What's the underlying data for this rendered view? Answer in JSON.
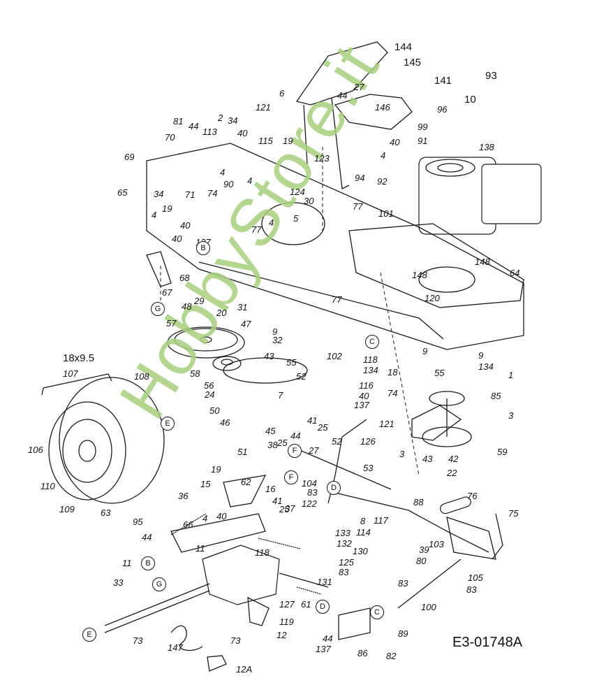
{
  "diagram": {
    "title_code": "E3-01748A",
    "watermark": "HobbyStore.it",
    "watermark_color": "#a9cf7e",
    "tire_size": "18x9.5",
    "reference_markers": [
      "B",
      "C",
      "D",
      "E",
      "F",
      "G"
    ],
    "labels": [
      {
        "id": "144",
        "text": "144"
      },
      {
        "id": "145",
        "text": "145"
      },
      {
        "id": "93",
        "text": "93"
      },
      {
        "id": "141",
        "text": "141"
      },
      {
        "id": "10",
        "text": "10"
      },
      {
        "id": "96",
        "text": "96"
      },
      {
        "id": "99",
        "text": "99"
      },
      {
        "id": "91",
        "text": "91"
      },
      {
        "id": "146",
        "text": "146"
      },
      {
        "id": "27a",
        "text": "27"
      },
      {
        "id": "44a",
        "text": "44"
      },
      {
        "id": "6",
        "text": "6"
      },
      {
        "id": "121a",
        "text": "121"
      },
      {
        "id": "40a",
        "text": "40"
      },
      {
        "id": "4a",
        "text": "4"
      },
      {
        "id": "92",
        "text": "92"
      },
      {
        "id": "94",
        "text": "94"
      },
      {
        "id": "138",
        "text": "138"
      },
      {
        "id": "123",
        "text": "123"
      },
      {
        "id": "19a",
        "text": "19"
      },
      {
        "id": "115",
        "text": "115"
      },
      {
        "id": "81",
        "text": "81"
      },
      {
        "id": "44b",
        "text": "44"
      },
      {
        "id": "113",
        "text": "113"
      },
      {
        "id": "2a",
        "text": "2"
      },
      {
        "id": "34a",
        "text": "34"
      },
      {
        "id": "40b",
        "text": "40"
      },
      {
        "id": "70",
        "text": "70"
      },
      {
        "id": "69",
        "text": "69"
      },
      {
        "id": "65",
        "text": "65"
      },
      {
        "id": "34b",
        "text": "34"
      },
      {
        "id": "71",
        "text": "71"
      },
      {
        "id": "74a",
        "text": "74"
      },
      {
        "id": "90",
        "text": "90"
      },
      {
        "id": "4b",
        "text": "4"
      },
      {
        "id": "4c",
        "text": "4"
      },
      {
        "id": "124",
        "text": "124"
      },
      {
        "id": "30",
        "text": "30"
      },
      {
        "id": "77a",
        "text": "77"
      },
      {
        "id": "101",
        "text": "101"
      },
      {
        "id": "19b",
        "text": "19"
      },
      {
        "id": "4d",
        "text": "4"
      },
      {
        "id": "40c",
        "text": "40"
      },
      {
        "id": "40d",
        "text": "40"
      },
      {
        "id": "77b",
        "text": "77"
      },
      {
        "id": "4e",
        "text": "4"
      },
      {
        "id": "5",
        "text": "5"
      },
      {
        "id": "137a",
        "text": "137"
      },
      {
        "id": "68",
        "text": "68"
      },
      {
        "id": "67",
        "text": "67"
      },
      {
        "id": "148a",
        "text": "148"
      },
      {
        "id": "148b",
        "text": "148"
      },
      {
        "id": "64",
        "text": "64"
      },
      {
        "id": "77c",
        "text": "77"
      },
      {
        "id": "120",
        "text": "120"
      },
      {
        "id": "29",
        "text": "29"
      },
      {
        "id": "48",
        "text": "48"
      },
      {
        "id": "20",
        "text": "20"
      },
      {
        "id": "31",
        "text": "31"
      },
      {
        "id": "47",
        "text": "47"
      },
      {
        "id": "57",
        "text": "57"
      },
      {
        "id": "9a",
        "text": "9"
      },
      {
        "id": "32",
        "text": "32"
      },
      {
        "id": "9b",
        "text": "9"
      },
      {
        "id": "9c",
        "text": "9"
      },
      {
        "id": "118a",
        "text": "118"
      },
      {
        "id": "134a",
        "text": "134"
      },
      {
        "id": "134b",
        "text": "134"
      },
      {
        "id": "58",
        "text": "58"
      },
      {
        "id": "56",
        "text": "56"
      },
      {
        "id": "43a",
        "text": "43"
      },
      {
        "id": "55a",
        "text": "55"
      },
      {
        "id": "102",
        "text": "102"
      },
      {
        "id": "18",
        "text": "18"
      },
      {
        "id": "55b",
        "text": "55"
      },
      {
        "id": "1",
        "text": "1"
      },
      {
        "id": "24",
        "text": "24"
      },
      {
        "id": "52a",
        "text": "52"
      },
      {
        "id": "116",
        "text": "116"
      },
      {
        "id": "7",
        "text": "7"
      },
      {
        "id": "40e",
        "text": "40"
      },
      {
        "id": "137b",
        "text": "137"
      },
      {
        "id": "74b",
        "text": "74"
      },
      {
        "id": "85",
        "text": "85"
      },
      {
        "id": "50",
        "text": "50"
      },
      {
        "id": "46",
        "text": "46"
      },
      {
        "id": "41a",
        "text": "41"
      },
      {
        "id": "25a",
        "text": "25"
      },
      {
        "id": "3a",
        "text": "3"
      },
      {
        "id": "121b",
        "text": "121"
      },
      {
        "id": "45",
        "text": "45"
      },
      {
        "id": "44c",
        "text": "44"
      },
      {
        "id": "52b",
        "text": "52"
      },
      {
        "id": "27b",
        "text": "27"
      },
      {
        "id": "25b",
        "text": "25"
      },
      {
        "id": "38",
        "text": "38"
      },
      {
        "id": "126",
        "text": "126"
      },
      {
        "id": "59",
        "text": "59"
      },
      {
        "id": "3b",
        "text": "3"
      },
      {
        "id": "43b",
        "text": "43"
      },
      {
        "id": "42",
        "text": "42"
      },
      {
        "id": "22",
        "text": "22"
      },
      {
        "id": "51",
        "text": "51"
      },
      {
        "id": "53",
        "text": "53"
      },
      {
        "id": "107",
        "text": "107"
      },
      {
        "id": "108",
        "text": "108"
      },
      {
        "id": "106",
        "text": "106"
      },
      {
        "id": "110",
        "text": "110"
      },
      {
        "id": "109",
        "text": "109"
      },
      {
        "id": "63",
        "text": "63"
      },
      {
        "id": "19c",
        "text": "19"
      },
      {
        "id": "62",
        "text": "62"
      },
      {
        "id": "15",
        "text": "15"
      },
      {
        "id": "16",
        "text": "16"
      },
      {
        "id": "104",
        "text": "104"
      },
      {
        "id": "83a",
        "text": "83"
      },
      {
        "id": "36",
        "text": "36"
      },
      {
        "id": "41b",
        "text": "41"
      },
      {
        "id": "25c",
        "text": "25"
      },
      {
        "id": "122",
        "text": "122"
      },
      {
        "id": "117",
        "text": "117"
      },
      {
        "id": "8",
        "text": "8"
      },
      {
        "id": "114",
        "text": "114"
      },
      {
        "id": "88",
        "text": "88"
      },
      {
        "id": "76",
        "text": "76"
      },
      {
        "id": "75",
        "text": "75"
      },
      {
        "id": "95",
        "text": "95"
      },
      {
        "id": "66",
        "text": "66"
      },
      {
        "id": "4f",
        "text": "4"
      },
      {
        "id": "40f",
        "text": "40"
      },
      {
        "id": "37",
        "text": "37"
      },
      {
        "id": "133",
        "text": "133"
      },
      {
        "id": "132",
        "text": "132"
      },
      {
        "id": "130",
        "text": "130"
      },
      {
        "id": "125",
        "text": "125"
      },
      {
        "id": "83b",
        "text": "83"
      },
      {
        "id": "131",
        "text": "131"
      },
      {
        "id": "44d",
        "text": "44"
      },
      {
        "id": "11a",
        "text": "11"
      },
      {
        "id": "11b",
        "text": "11"
      },
      {
        "id": "118b",
        "text": "118"
      },
      {
        "id": "39",
        "text": "39"
      },
      {
        "id": "103",
        "text": "103"
      },
      {
        "id": "80",
        "text": "80"
      },
      {
        "id": "105",
        "text": "105"
      },
      {
        "id": "83c",
        "text": "83"
      },
      {
        "id": "83d",
        "text": "83"
      },
      {
        "id": "100",
        "text": "100"
      },
      {
        "id": "33",
        "text": "33"
      },
      {
        "id": "127",
        "text": "127"
      },
      {
        "id": "61",
        "text": "61"
      },
      {
        "id": "119",
        "text": "119"
      },
      {
        "id": "89",
        "text": "89"
      },
      {
        "id": "73a",
        "text": "73"
      },
      {
        "id": "147",
        "text": "147"
      },
      {
        "id": "73b",
        "text": "73"
      },
      {
        "id": "12",
        "text": "12"
      },
      {
        "id": "12A",
        "text": "12A"
      },
      {
        "id": "44e",
        "text": "44"
      },
      {
        "id": "137c",
        "text": "137"
      },
      {
        "id": "86",
        "text": "86"
      },
      {
        "id": "82",
        "text": "82"
      }
    ]
  }
}
